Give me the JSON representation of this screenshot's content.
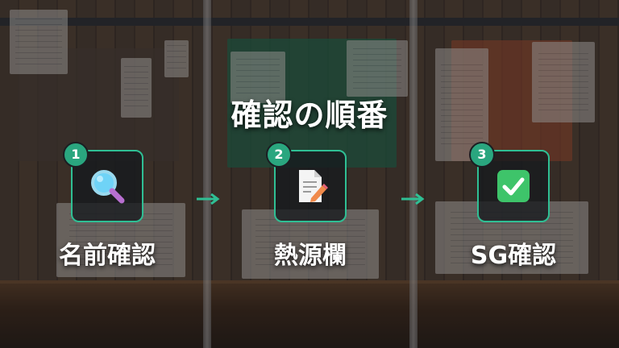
{
  "title": "確認の順番",
  "steps": [
    {
      "number": "1",
      "label": "名前確認",
      "icon": "magnifier-icon"
    },
    {
      "number": "2",
      "label": "熱源欄",
      "icon": "document-pencil-icon"
    },
    {
      "number": "3",
      "label": "SG確認",
      "icon": "check-box-icon"
    }
  ],
  "colors": {
    "accent": "#2fbf94",
    "badge": "#2aa67f"
  }
}
